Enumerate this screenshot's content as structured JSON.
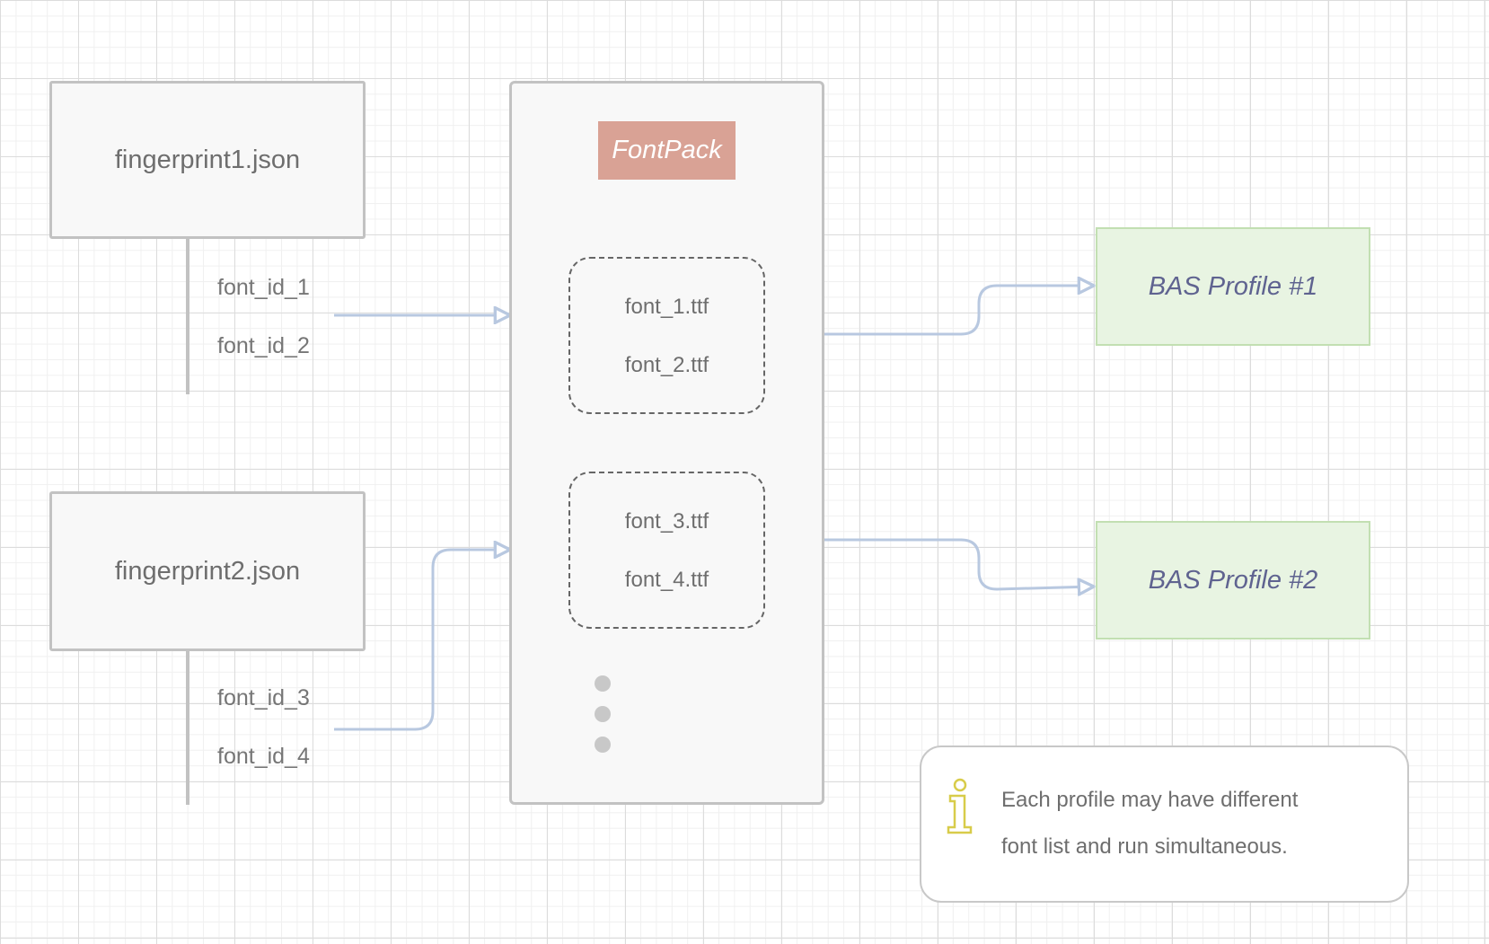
{
  "fingerprints": [
    {
      "file": "fingerprint1.json",
      "font_ids": [
        "font_id_1",
        "font_id_2"
      ]
    },
    {
      "file": "fingerprint2.json",
      "font_ids": [
        "font_id_3",
        "font_id_4"
      ]
    }
  ],
  "fontpack": {
    "title": "FontPack",
    "groups": [
      [
        "font_1.ttf",
        "font_2.ttf"
      ],
      [
        "font_3.ttf",
        "font_4.ttf"
      ]
    ]
  },
  "profiles": [
    "BAS Profile #1",
    "BAS Profile #2"
  ],
  "note": {
    "icon": "info-icon",
    "line1": "Each profile may have different",
    "line2": "font list and run simultaneous."
  },
  "colors": {
    "connector": "#b8c8e0",
    "fontpack_title_bg": "#d9a295",
    "profile_bg": "#e8f4e2",
    "info_icon": "#d8cc4a"
  }
}
